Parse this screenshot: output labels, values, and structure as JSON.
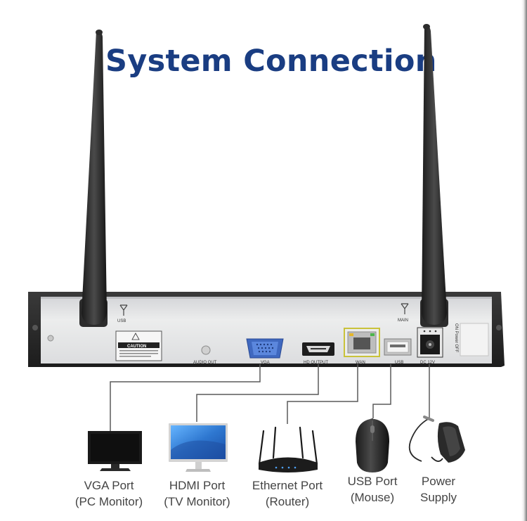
{
  "title": "System Connection",
  "device": {
    "antenna_left_label": "USB",
    "antenna_right_label": "MAIN",
    "caution_label": "CAUTION",
    "ports": {
      "audio": "AUDIO OUT",
      "vga": "VGA",
      "hdmi": "HD OUTPUT",
      "wan": "WAN",
      "usb": "USB",
      "dc": "DC 12V",
      "power_switch": "ON Power OFF"
    }
  },
  "peripherals": [
    {
      "line1": "VGA Port",
      "line2": "(PC Monitor)"
    },
    {
      "line1": "HDMI Port",
      "line2": "(TV Monitor)"
    },
    {
      "line1": "Ethernet Port",
      "line2": "(Router)"
    },
    {
      "line1": "USB Port",
      "line2": "(Mouse)"
    },
    {
      "line1": "Power",
      "line2": "Supply"
    }
  ],
  "colors": {
    "title": "#1a3d82",
    "chassis": "#2d2d2d",
    "panel": "#e2e3e5",
    "vga_port": "#4a74c9",
    "wan_port_border": "#c9c23a",
    "monitor_screen": "#3a84d8"
  },
  "icons": [
    "antenna-icon",
    "caution-label-icon",
    "pc-monitor-icon",
    "tv-monitor-icon",
    "router-icon",
    "mouse-icon",
    "power-adapter-icon"
  ]
}
